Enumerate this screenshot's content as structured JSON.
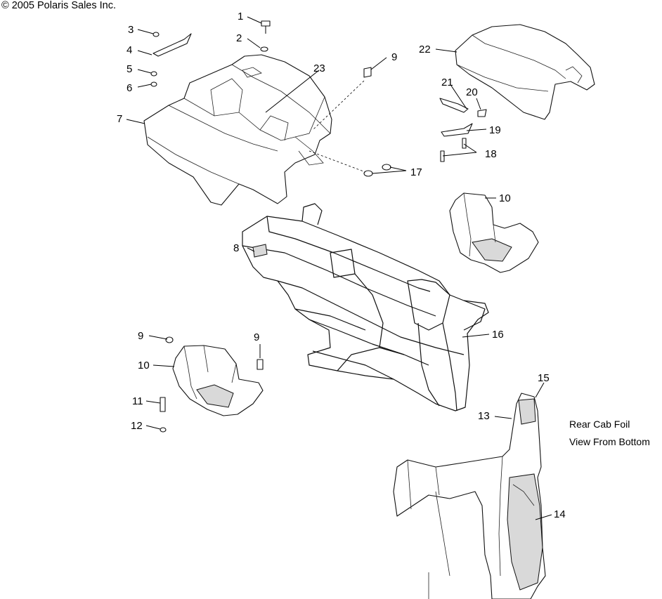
{
  "copyright": "© 2005 Polaris Sales Inc.",
  "note": {
    "line1": "Rear Cab Foil",
    "line2": "View From Bottom"
  },
  "callouts": {
    "c1": "1",
    "c2": "2",
    "c3": "3",
    "c4": "4",
    "c5": "5",
    "c6": "6",
    "c7": "7",
    "c8": "8",
    "c9a": "9",
    "c9b": "9",
    "c9c": "9",
    "c10a": "10",
    "c10b": "10",
    "c11": "11",
    "c12": "12",
    "c13": "13",
    "c14": "14",
    "c15": "15",
    "c16": "16",
    "c17": "17",
    "c18": "18",
    "c19": "19",
    "c20": "20",
    "c21": "21",
    "c22": "22",
    "c23": "23"
  }
}
